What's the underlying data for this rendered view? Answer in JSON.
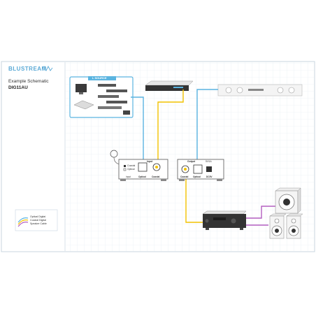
{
  "brand": {
    "logo_text": "BLUSTREAM",
    "color": "#5aa9d6"
  },
  "header": {
    "title": "Example Schematic",
    "model": "DIG11AU"
  },
  "legend": {
    "items": [
      {
        "label": "Optical Digital",
        "color": "#5ab4e0"
      },
      {
        "label": "Coaxial Digital",
        "color": "#f2c200"
      },
      {
        "label": "Speaker Cable",
        "color": "#b35fc0"
      }
    ]
  },
  "source_group": {
    "title": "L SOURCE"
  },
  "transmitter": {
    "switch_options": [
      "Coaxial",
      "Optical"
    ],
    "port_labels": {
      "input": "Input",
      "in_small": "Input",
      "optical": "Optical",
      "coaxial": "Coaxial"
    }
  },
  "receiver": {
    "port_labels": {
      "output": "Output",
      "power_top": "5V/1A",
      "coaxial": "Coaxial",
      "optical": "Optical",
      "dc": "DC5V"
    }
  },
  "colors": {
    "optical": "#5ab4e0",
    "coaxial": "#f2c200",
    "speaker": "#b35fc0",
    "grid": "#dbe6ef",
    "page_bg": "#ffffff",
    "sidebar_bg": "#ffffff",
    "frame": "#c8d4df"
  }
}
